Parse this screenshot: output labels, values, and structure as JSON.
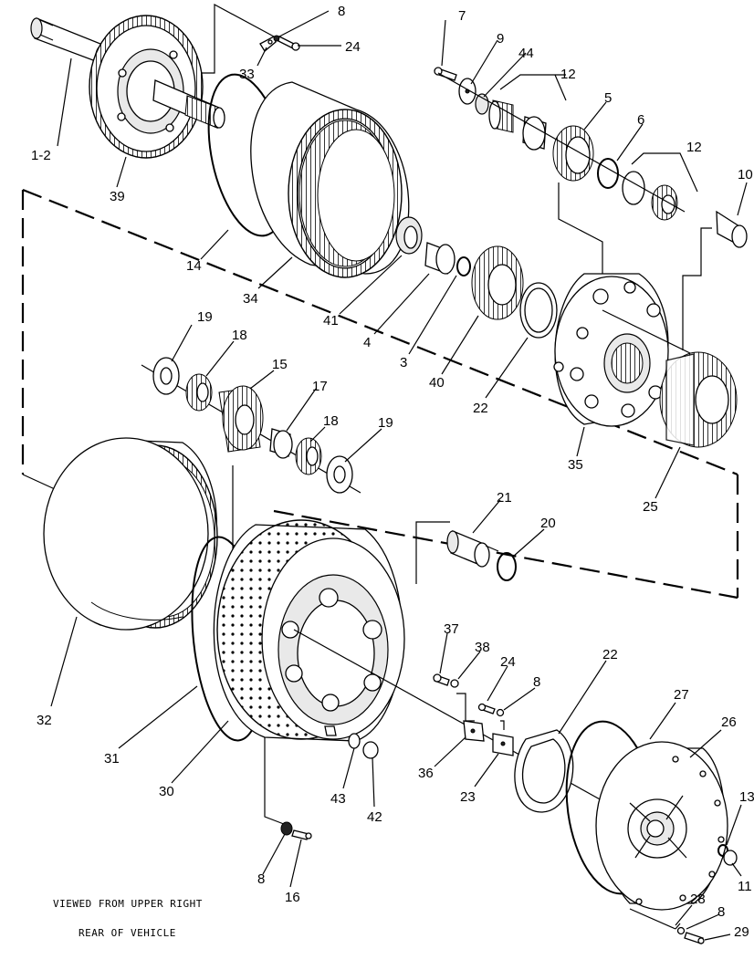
{
  "captions": {
    "view": "VIEWED FROM UPPER RIGHT",
    "rear": "REAR OF VEHICLE"
  },
  "callouts": {
    "c1_2": "1-2",
    "c3": "3",
    "c4": "4",
    "c5": "5",
    "c6": "6",
    "c7": "7",
    "c8a": "8",
    "c8b": "8",
    "c8c": "8",
    "c8d": "8",
    "c9": "9",
    "c10": "10",
    "c11": "11",
    "c12a": "12",
    "c12b": "12",
    "c13": "13",
    "c14": "14",
    "c15": "15",
    "c16": "16",
    "c17": "17",
    "c18a": "18",
    "c18b": "18",
    "c19a": "19",
    "c19b": "19",
    "c20": "20",
    "c21": "21",
    "c22a": "22",
    "c22b": "22",
    "c23": "23",
    "c24a": "24",
    "c24b": "24",
    "c25": "25",
    "c26": "26",
    "c27": "27",
    "c28": "28",
    "c29": "29",
    "c30": "30",
    "c31": "31",
    "c32": "32",
    "c33": "33",
    "c34": "34",
    "c35": "35",
    "c36": "36",
    "c37": "37",
    "c38": "38",
    "c39": "39",
    "c40": "40",
    "c41": "41",
    "c42": "42",
    "c43": "43",
    "c44": "44"
  }
}
